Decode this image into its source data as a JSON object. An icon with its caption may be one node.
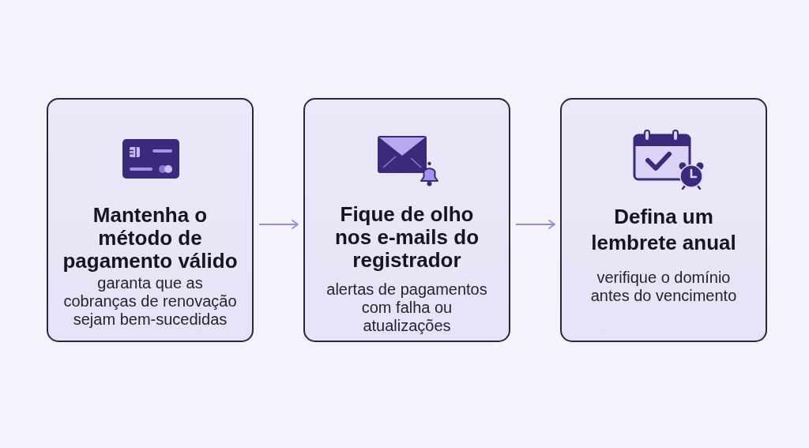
{
  "diagram": {
    "nodes": [
      {
        "text": [
          "Mantenha o método de pagamento válido",
          "garanta que as cobranças de renovação sejam bem-sucedidas"
        ]
      },
      {
        "text": [
          "Fique de olho nos e-mails do registrador",
          "alertas de pagamentos com falha ou atualizações"
        ]
      },
      {
        "text": [
          "Defina um lembrete anual",
          "verifique o domínio antes do vencimento"
        ]
      }
    ],
    "edges": [
      {
        "from": 0,
        "to": 1,
        "arrow": "to"
      },
      {
        "from": 1,
        "to": 2,
        "arrow": "to"
      }
    ]
  }
}
